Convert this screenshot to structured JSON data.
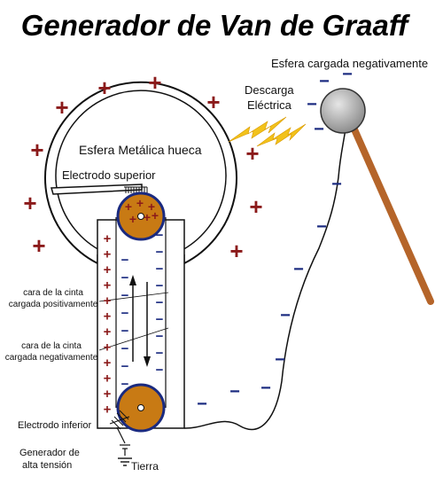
{
  "title": "Generador de Van de Graaff",
  "labels": {
    "neg_sphere": "Esfera cargada negativamente",
    "discharge_line1": "Descarga",
    "discharge_line2": "Eléctrica",
    "hollow_sphere": "Esfera Metálica hueca",
    "upper_electrode": "Electrodo superior",
    "pos_face_line1": "cara de la cinta",
    "pos_face_line2": "cargada positivamente",
    "neg_face_line1": "cara de la cinta",
    "neg_face_line2": "cargada negativamente",
    "lower_electrode": "Electrodo inferior",
    "hv_line1": "Generador de",
    "hv_line2": "alta tensión",
    "ground": "Tierra"
  },
  "symbols": {
    "plus": "+",
    "minus": "−"
  },
  "colors": {
    "plus": "#8b1a1a",
    "minus": "#1a2a80",
    "pulley": "#c87a14",
    "rod": "#b5652a",
    "spark": "#f2c21b",
    "sphere_fill": "#b0b0b0",
    "line": "#111111"
  }
}
